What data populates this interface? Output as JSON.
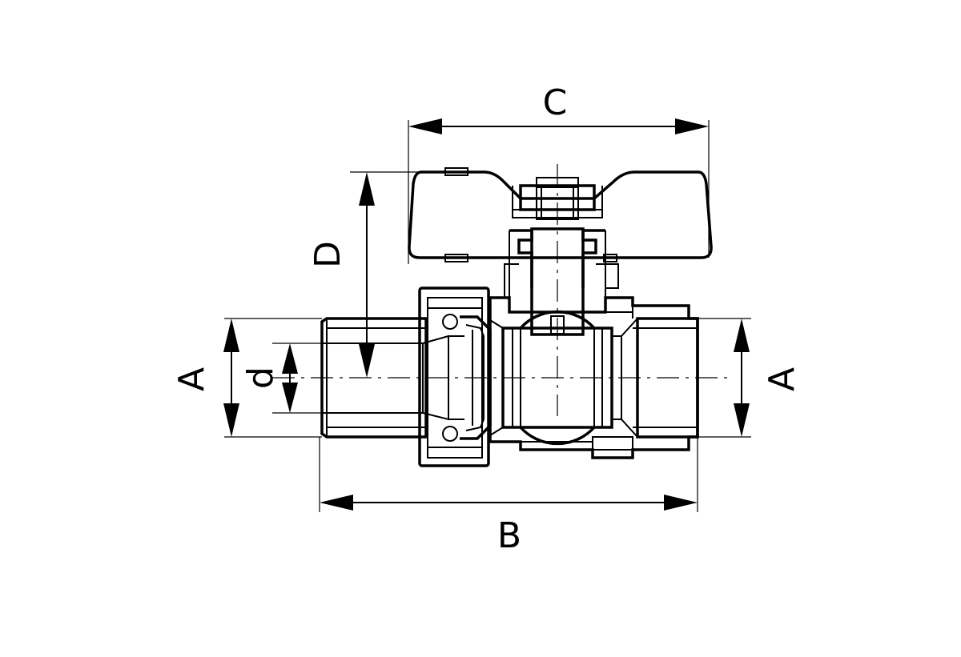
{
  "labels": {
    "C": "C",
    "D": "D",
    "A_left": "A",
    "d": "d",
    "A_right": "A",
    "B": "B"
  },
  "colors": {
    "line": "#000000",
    "background": "#ffffff"
  }
}
